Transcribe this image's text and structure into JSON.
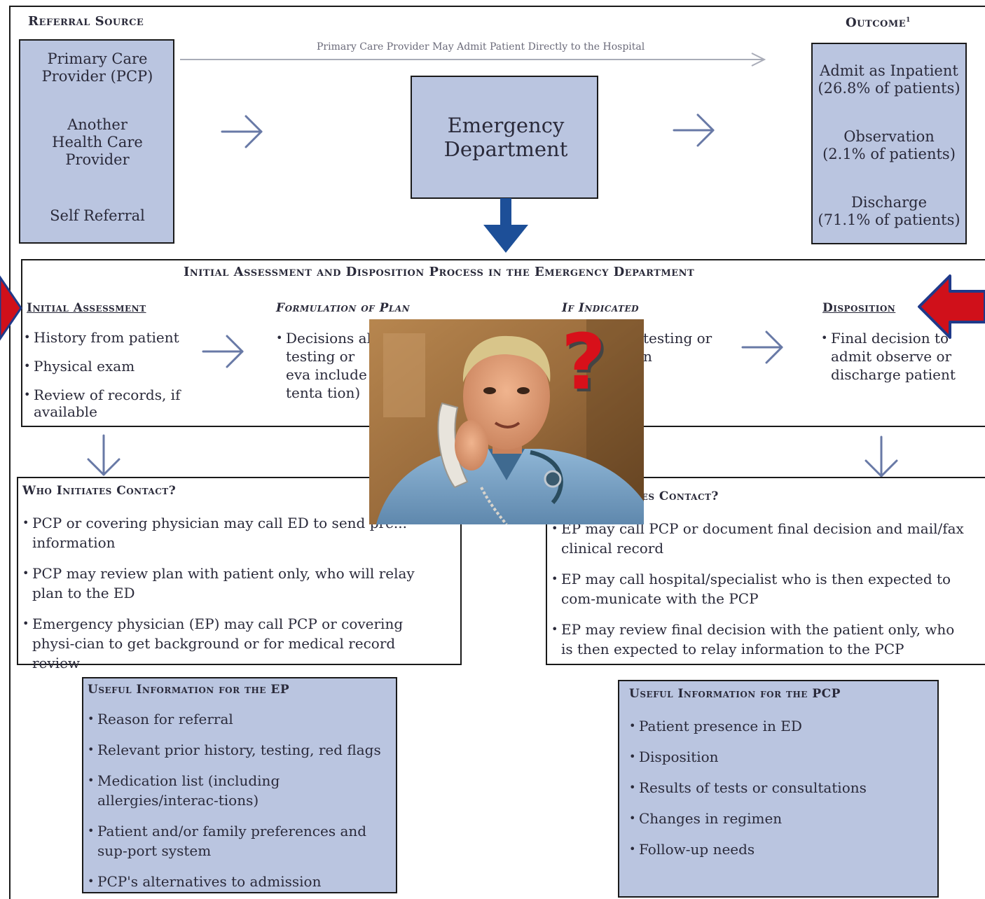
{
  "header": {
    "referral_source": "Referral Source",
    "outcome": "Outcome",
    "outcome_sup": "1",
    "direct_admit_note": "Primary Care Provider May Admit Patient Directly to the Hospital"
  },
  "referral": {
    "items": [
      "Primary Care Provider (PCP)",
      "Another Health Care Provider",
      "Self Referral"
    ]
  },
  "ed_box": {
    "label": "Emergency Department"
  },
  "outcomes": {
    "items": [
      {
        "label": "Admit as Inpatient",
        "pct": "(26.8% of patients)"
      },
      {
        "label": "Observation",
        "pct": "(2.1% of patients)"
      },
      {
        "label": "Discharge",
        "pct": "(71.1% of patients)"
      }
    ]
  },
  "process": {
    "title": "Initial Assessment and Disposition Process in the Emergency Department",
    "col1": {
      "title": "Initial Assessment",
      "items": [
        "History from patient",
        "Physical exam",
        "Review of records, if available"
      ]
    },
    "col2": {
      "title": "Formulation of Plan",
      "text": "Decisions ab testing or eva include tenta tion)"
    },
    "col3": {
      "title": "If Indicated",
      "text": "testing or n"
    },
    "col4": {
      "title": "Disposition",
      "items": [
        "Final decision to admit observe or discharge patient"
      ]
    }
  },
  "who_left": {
    "title": "Who Initiates Contact?",
    "items": [
      "PCP or covering physician may call ED to send pre... information",
      "PCP may review plan with patient only, who will relay plan to the ED",
      "Emergency physician (EP) may call PCP or covering physi-cian to get background or for medical record review"
    ]
  },
  "who_right": {
    "title": "...tes Contact?",
    "items": [
      "EP may call PCP or document final decision and mail/fax clinical record",
      "EP may call hospital/specialist who is then expected to com-municate with the PCP",
      "EP may review final decision with the patient only, who is then expected to relay information to the PCP"
    ]
  },
  "useful_ep": {
    "title": "Useful Information for the EP",
    "items": [
      "Reason for referral",
      "Relevant prior history, testing, red flags",
      "Medication list (including allergies/interac-tions)",
      "Patient and/or family preferences and sup-port system",
      "PCP's alternatives to admission"
    ]
  },
  "useful_pcp": {
    "title": "Useful Information for the PCP",
    "items": [
      "Patient presence in ED",
      "Disposition",
      "Results of tests or consultations",
      "Changes in regimen",
      "Follow-up needs"
    ]
  },
  "overlay": {
    "question_mark": "?"
  },
  "colors": {
    "box_fill": "#bac5e0",
    "arrow_gray_blue": "#6879a6",
    "arrow_dark_blue": "#1d4f98",
    "red_arrow": "#d0101a",
    "red_arrow_outline": "#1f3a8a"
  }
}
